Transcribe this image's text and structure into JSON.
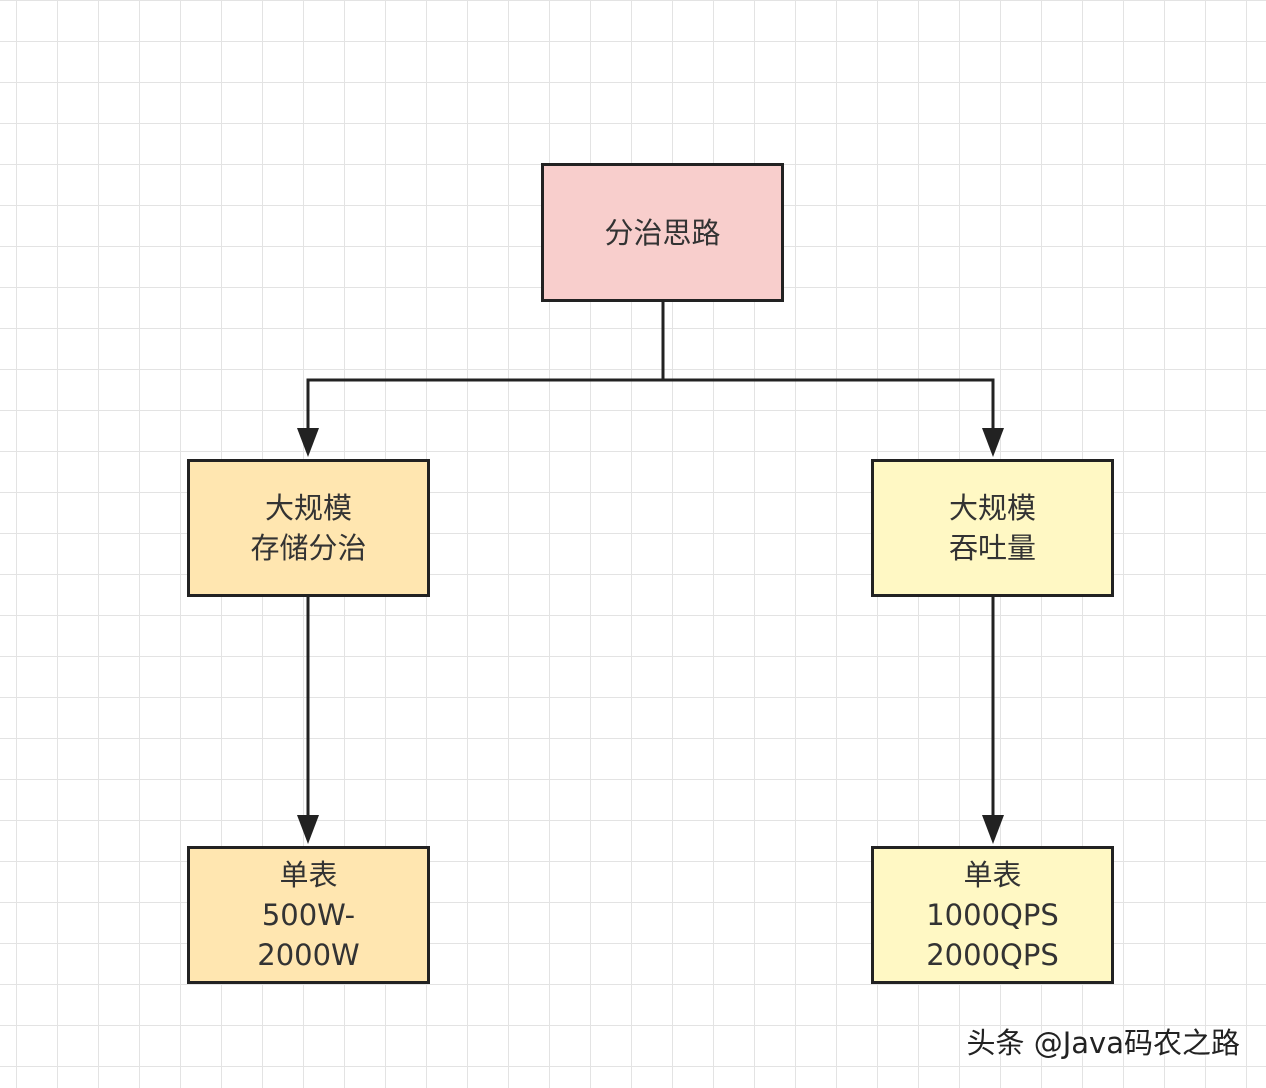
{
  "colors": {
    "root_fill": "#f8cecc",
    "storage_fill": "#ffe6b0",
    "throughput_fill": "#fff8c4",
    "stroke": "#222222"
  },
  "nodes": {
    "root": {
      "lines": [
        "分治思路"
      ]
    },
    "storage": {
      "lines": [
        "大规模",
        "存储分治"
      ]
    },
    "throughput": {
      "lines": [
        "大规模",
        "吞吐量"
      ]
    },
    "table_size": {
      "lines": [
        "单表",
        "500W-",
        "2000W"
      ]
    },
    "table_qps": {
      "lines": [
        "单表",
        "1000QPS",
        "2000QPS"
      ]
    }
  },
  "edges": [
    {
      "from": "root",
      "to": "storage"
    },
    {
      "from": "root",
      "to": "throughput"
    },
    {
      "from": "storage",
      "to": "table_size"
    },
    {
      "from": "throughput",
      "to": "table_qps"
    }
  ],
  "watermark": "头条 @Java码农之路"
}
